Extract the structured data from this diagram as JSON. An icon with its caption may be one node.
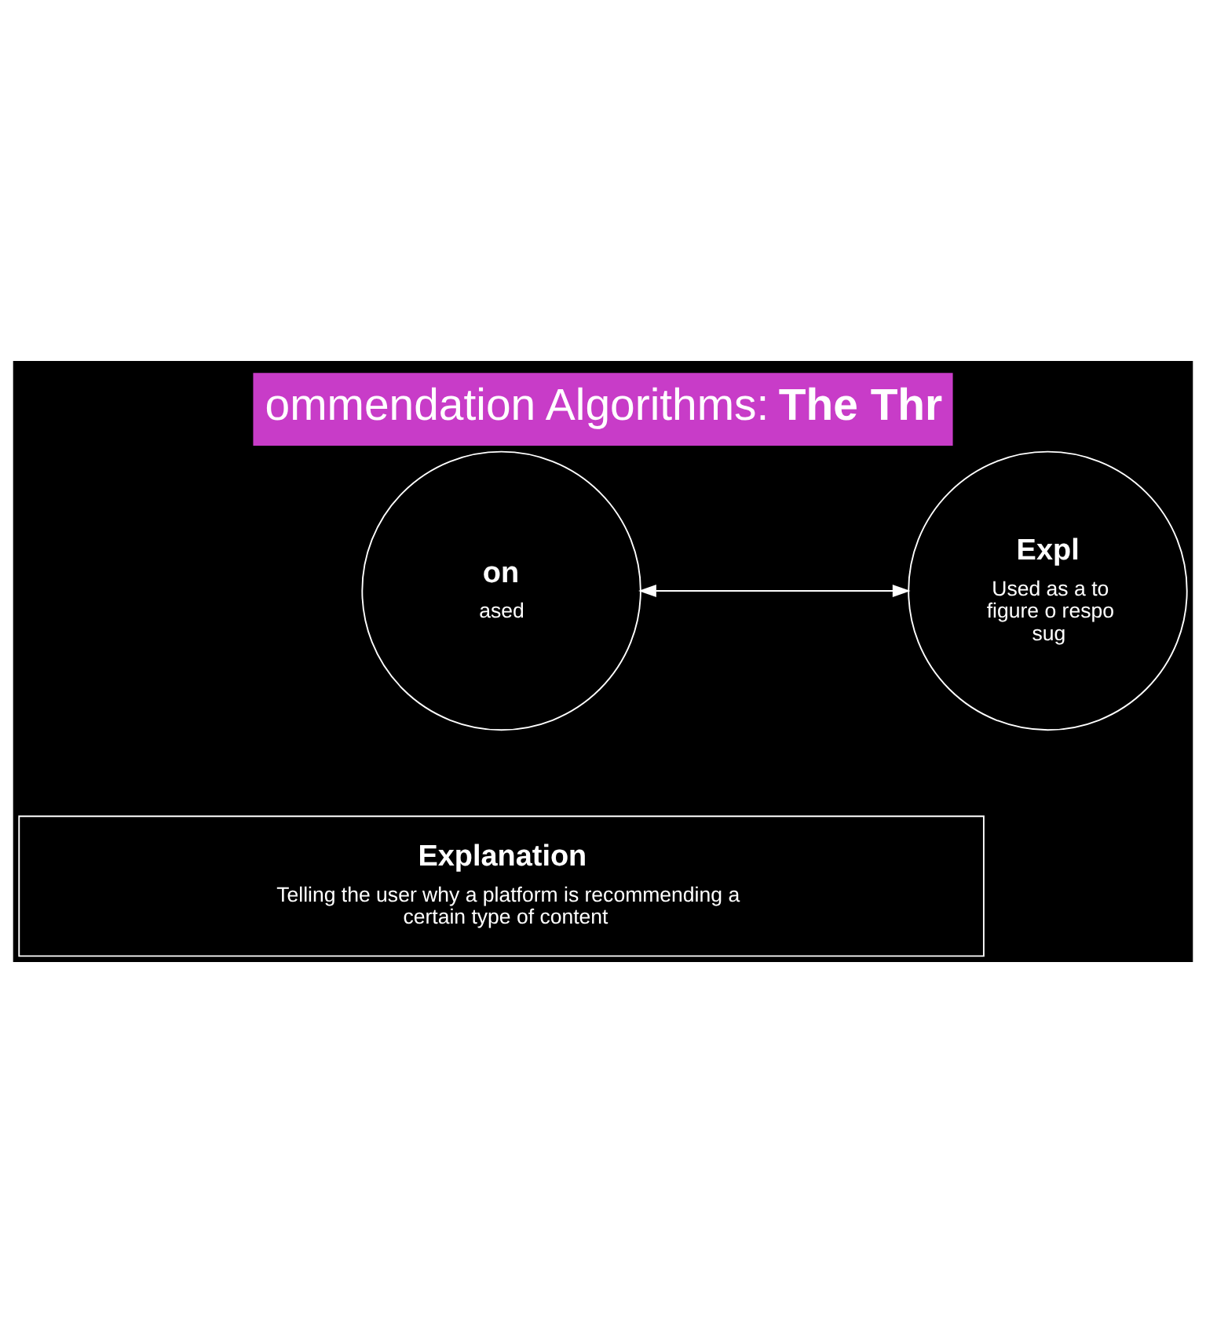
{
  "diagram": {
    "title": "ommendation Algorithms: **The Thr**",
    "nodes": [
      {
        "text": [
          "on",
          "ased"
        ]
      },
      {
        "text": [
          "Expl",
          "Used as a to figure o respo sug"
        ]
      },
      {
        "text": [
          "Explanation",
          "Telling the user why a platform is recommending a certain type of content"
        ]
      }
    ],
    "edges": [
      {
        "from": 0,
        "to": 1,
        "arrow": "both"
      }
    ]
  }
}
